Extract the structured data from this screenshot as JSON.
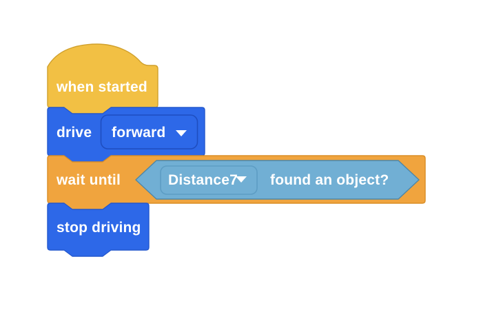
{
  "workspace": {
    "background": "#ffffff"
  },
  "colors": {
    "hat_fill": "#F2C044",
    "hat_stroke": "#D0A02C",
    "blue_fill": "#2D68E8",
    "blue_stroke": "#2458CE",
    "blue_dropdown_stroke": "#1F4EC0",
    "orange_fill": "#F0A43E",
    "orange_stroke": "#DA8E26",
    "bool_fill": "#71AFD4",
    "bool_stroke": "#4E86A6",
    "bool_dropdown_stroke": "#5D9DC4",
    "text": "#FFFFFF"
  },
  "blocks": {
    "when_started": {
      "label": "when started"
    },
    "drive": {
      "label": "drive",
      "direction": {
        "value": "forward"
      }
    },
    "wait_until": {
      "label": "wait until",
      "condition": {
        "sensor": {
          "value": "Distance7"
        },
        "label": "found an object?"
      }
    },
    "stop_driving": {
      "label": "stop driving"
    }
  },
  "icons": {
    "dropdown_arrow": "triangle-down"
  }
}
